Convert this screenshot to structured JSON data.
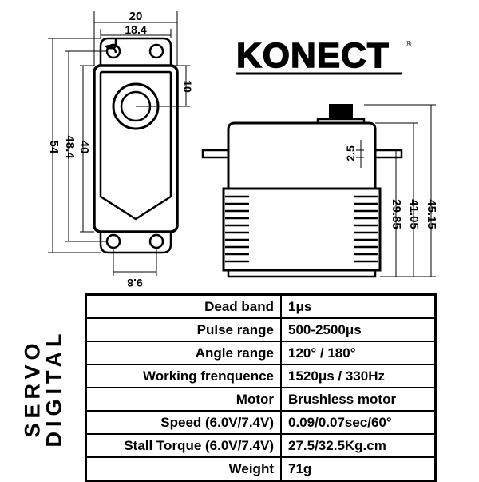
{
  "brand": {
    "logo_text": "KONECT",
    "registered_mark": "®"
  },
  "front_view": {
    "width_outer": "20",
    "width_holes": "18.4",
    "spline_offset": "10",
    "height_total": "54",
    "height_holes": "48.4",
    "height_body": "40",
    "bottom_holes": "9.8"
  },
  "side_view": {
    "flange_thickness": "2.5",
    "height_a": "29.85",
    "height_b": "41.05",
    "height_c": "45.15"
  },
  "side_label": {
    "line1": "DIGITAL",
    "line2": "SERVO"
  },
  "specs": [
    {
      "label": "Dead band",
      "value": "1μs"
    },
    {
      "label": "Pulse range",
      "value": "500-2500μs"
    },
    {
      "label": "Angle range",
      "value": "120° / 180°"
    },
    {
      "label": "Working frenquence",
      "value": "1520μs / 330Hz"
    },
    {
      "label": "Motor",
      "value": "Brushless motor"
    },
    {
      "label": "Speed (6.0V/7.4V)",
      "value": "0.09/0.07sec/60°"
    },
    {
      "label": "Stall Torque (6.0V/7.4V)",
      "value": "27.5/32.5Kg.cm"
    },
    {
      "label": "Weight",
      "value": "71g"
    }
  ]
}
